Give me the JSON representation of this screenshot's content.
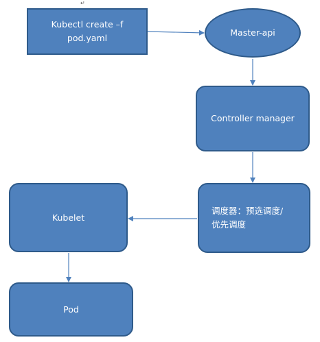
{
  "nodes": {
    "kubectl": "Kubectl create –f\npod.yaml",
    "master": "Master-api",
    "controller": "Controller  manager",
    "scheduler": "调度器：预选调度/\n优先调度",
    "kubelet": "Kubelet",
    "pod": "Pod"
  },
  "edges": [
    {
      "from": "kubectl",
      "to": "master"
    },
    {
      "from": "master",
      "to": "controller"
    },
    {
      "from": "controller",
      "to": "scheduler"
    },
    {
      "from": "scheduler",
      "to": "kubelet"
    },
    {
      "from": "kubelet",
      "to": "pod"
    }
  ],
  "colors": {
    "node_fill": "#4f81bd",
    "node_border": "#2e5a8a",
    "edge": "#4f81bd",
    "text": "#ffffff"
  }
}
